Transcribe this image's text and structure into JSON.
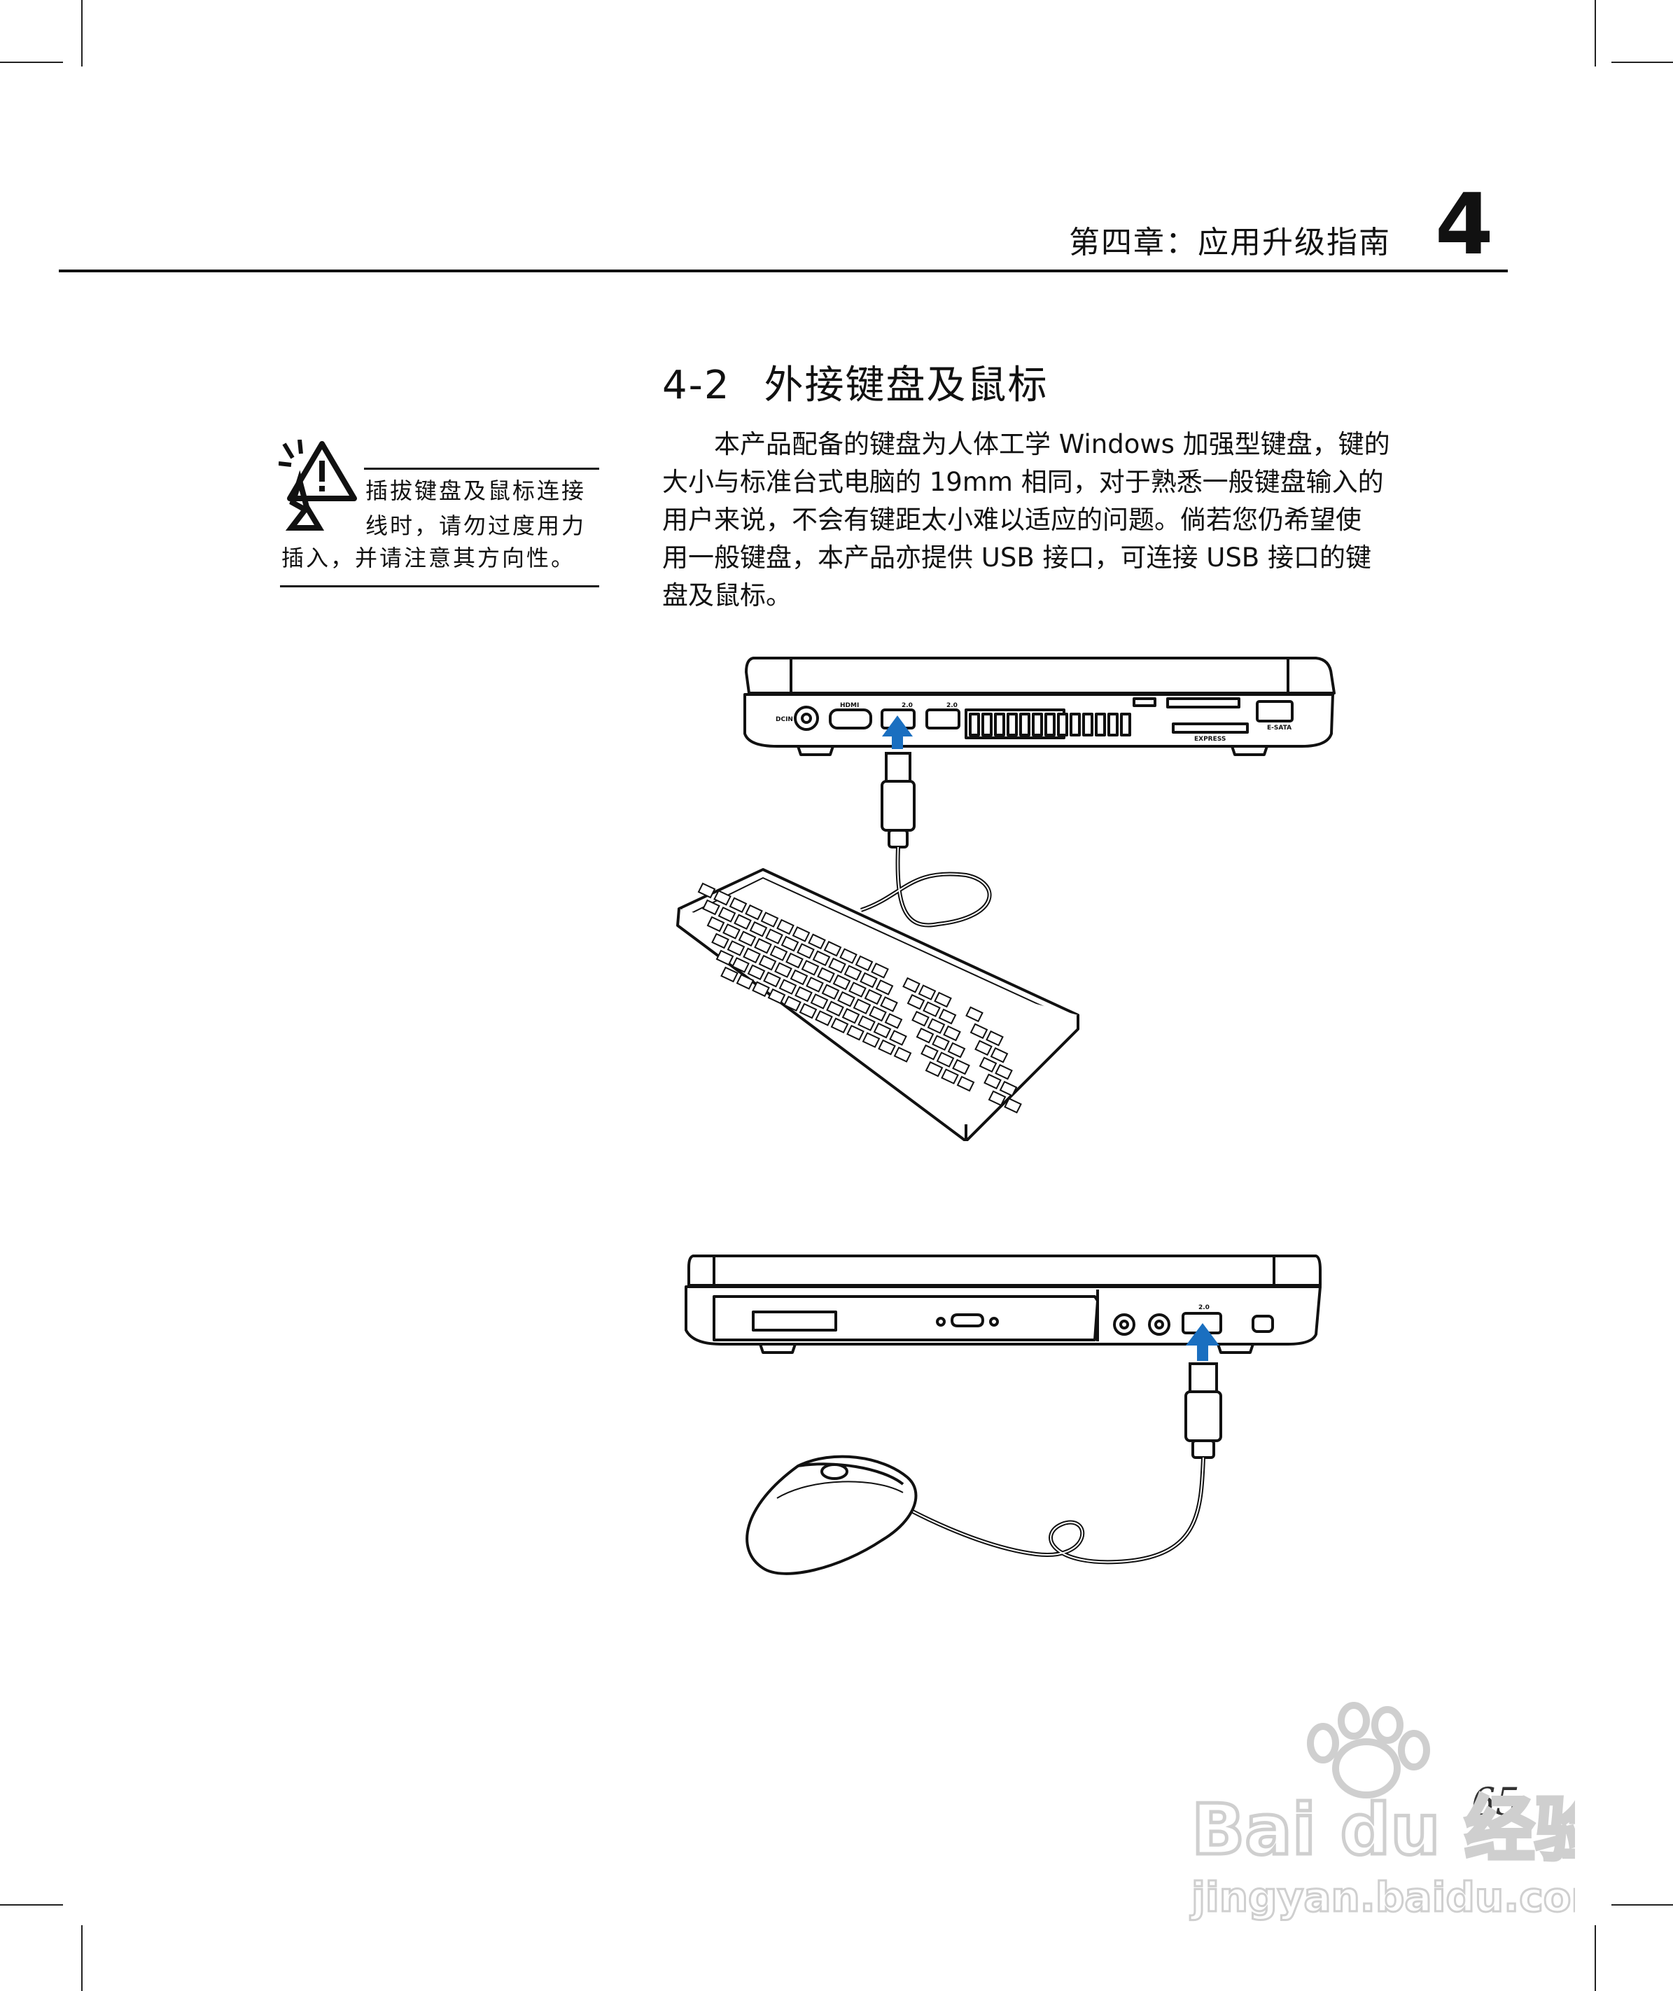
{
  "header": {
    "chapter_title": "第四章：应用升级指南",
    "chapter_number": "4"
  },
  "section": {
    "number": "4-2",
    "title": "外接键盘及鼠标"
  },
  "body": {
    "lines": [
      "　　本产品配备的键盘为人体工学 Windows 加强型键盘，键的",
      "大小与标准台式电脑的 19mm 相同，对于熟悉一般键盘输入的",
      "用户来说，不会有键距太小难以适应的问题。倘若您仍希望使",
      "用一般键盘，本产品亦提供 USB 接口，可连接 USB 接口的键",
      "盘及鼠标。"
    ]
  },
  "note": {
    "lines": [
      "插拔键盘及鼠标连接",
      "线时，请勿过度用力",
      "插入，并请注意其方向性。"
    ]
  },
  "figure1": {
    "port_labels": [
      "DCIN",
      "HDMI",
      "2.0",
      "2.0",
      "E-SATA",
      "EXPRESS"
    ]
  },
  "figure2": {
    "port_labels": [
      "2.0"
    ]
  },
  "footer": {
    "page_number": "65"
  },
  "watermark": {
    "brand": "Bai du 经验",
    "url": "jingyan.baidu.com"
  },
  "colors": {
    "arrow": "#1a6fc0",
    "ink": "#111111",
    "watermark": "#cfcfcf"
  }
}
